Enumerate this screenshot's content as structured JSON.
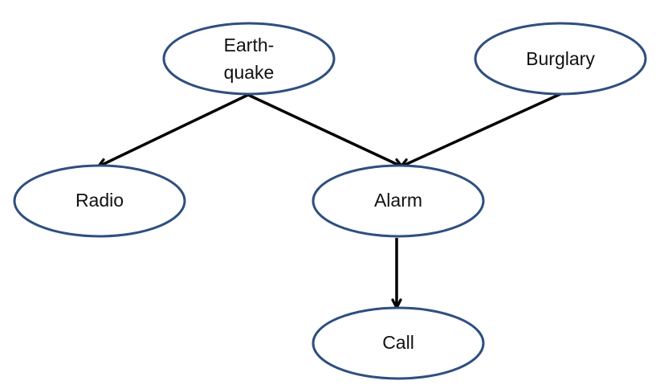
{
  "diagram": {
    "nodes": [
      {
        "id": "earthquake",
        "label_line_1": "Earth-",
        "label_line_2": "quake"
      },
      {
        "id": "burglary",
        "label": "Burglary"
      },
      {
        "id": "radio",
        "label": "Radio"
      },
      {
        "id": "alarm",
        "label": "Alarm"
      },
      {
        "id": "call",
        "label": "Call"
      }
    ],
    "edges": [
      {
        "from": "earthquake",
        "to": "radio"
      },
      {
        "from": "earthquake",
        "to": "alarm"
      },
      {
        "from": "burglary",
        "to": "alarm"
      },
      {
        "from": "alarm",
        "to": "call"
      }
    ]
  },
  "colors": {
    "node_outline": "#2f4f7f",
    "node_fill": "#ffffff",
    "edge": "#000000",
    "text": "#111111"
  }
}
